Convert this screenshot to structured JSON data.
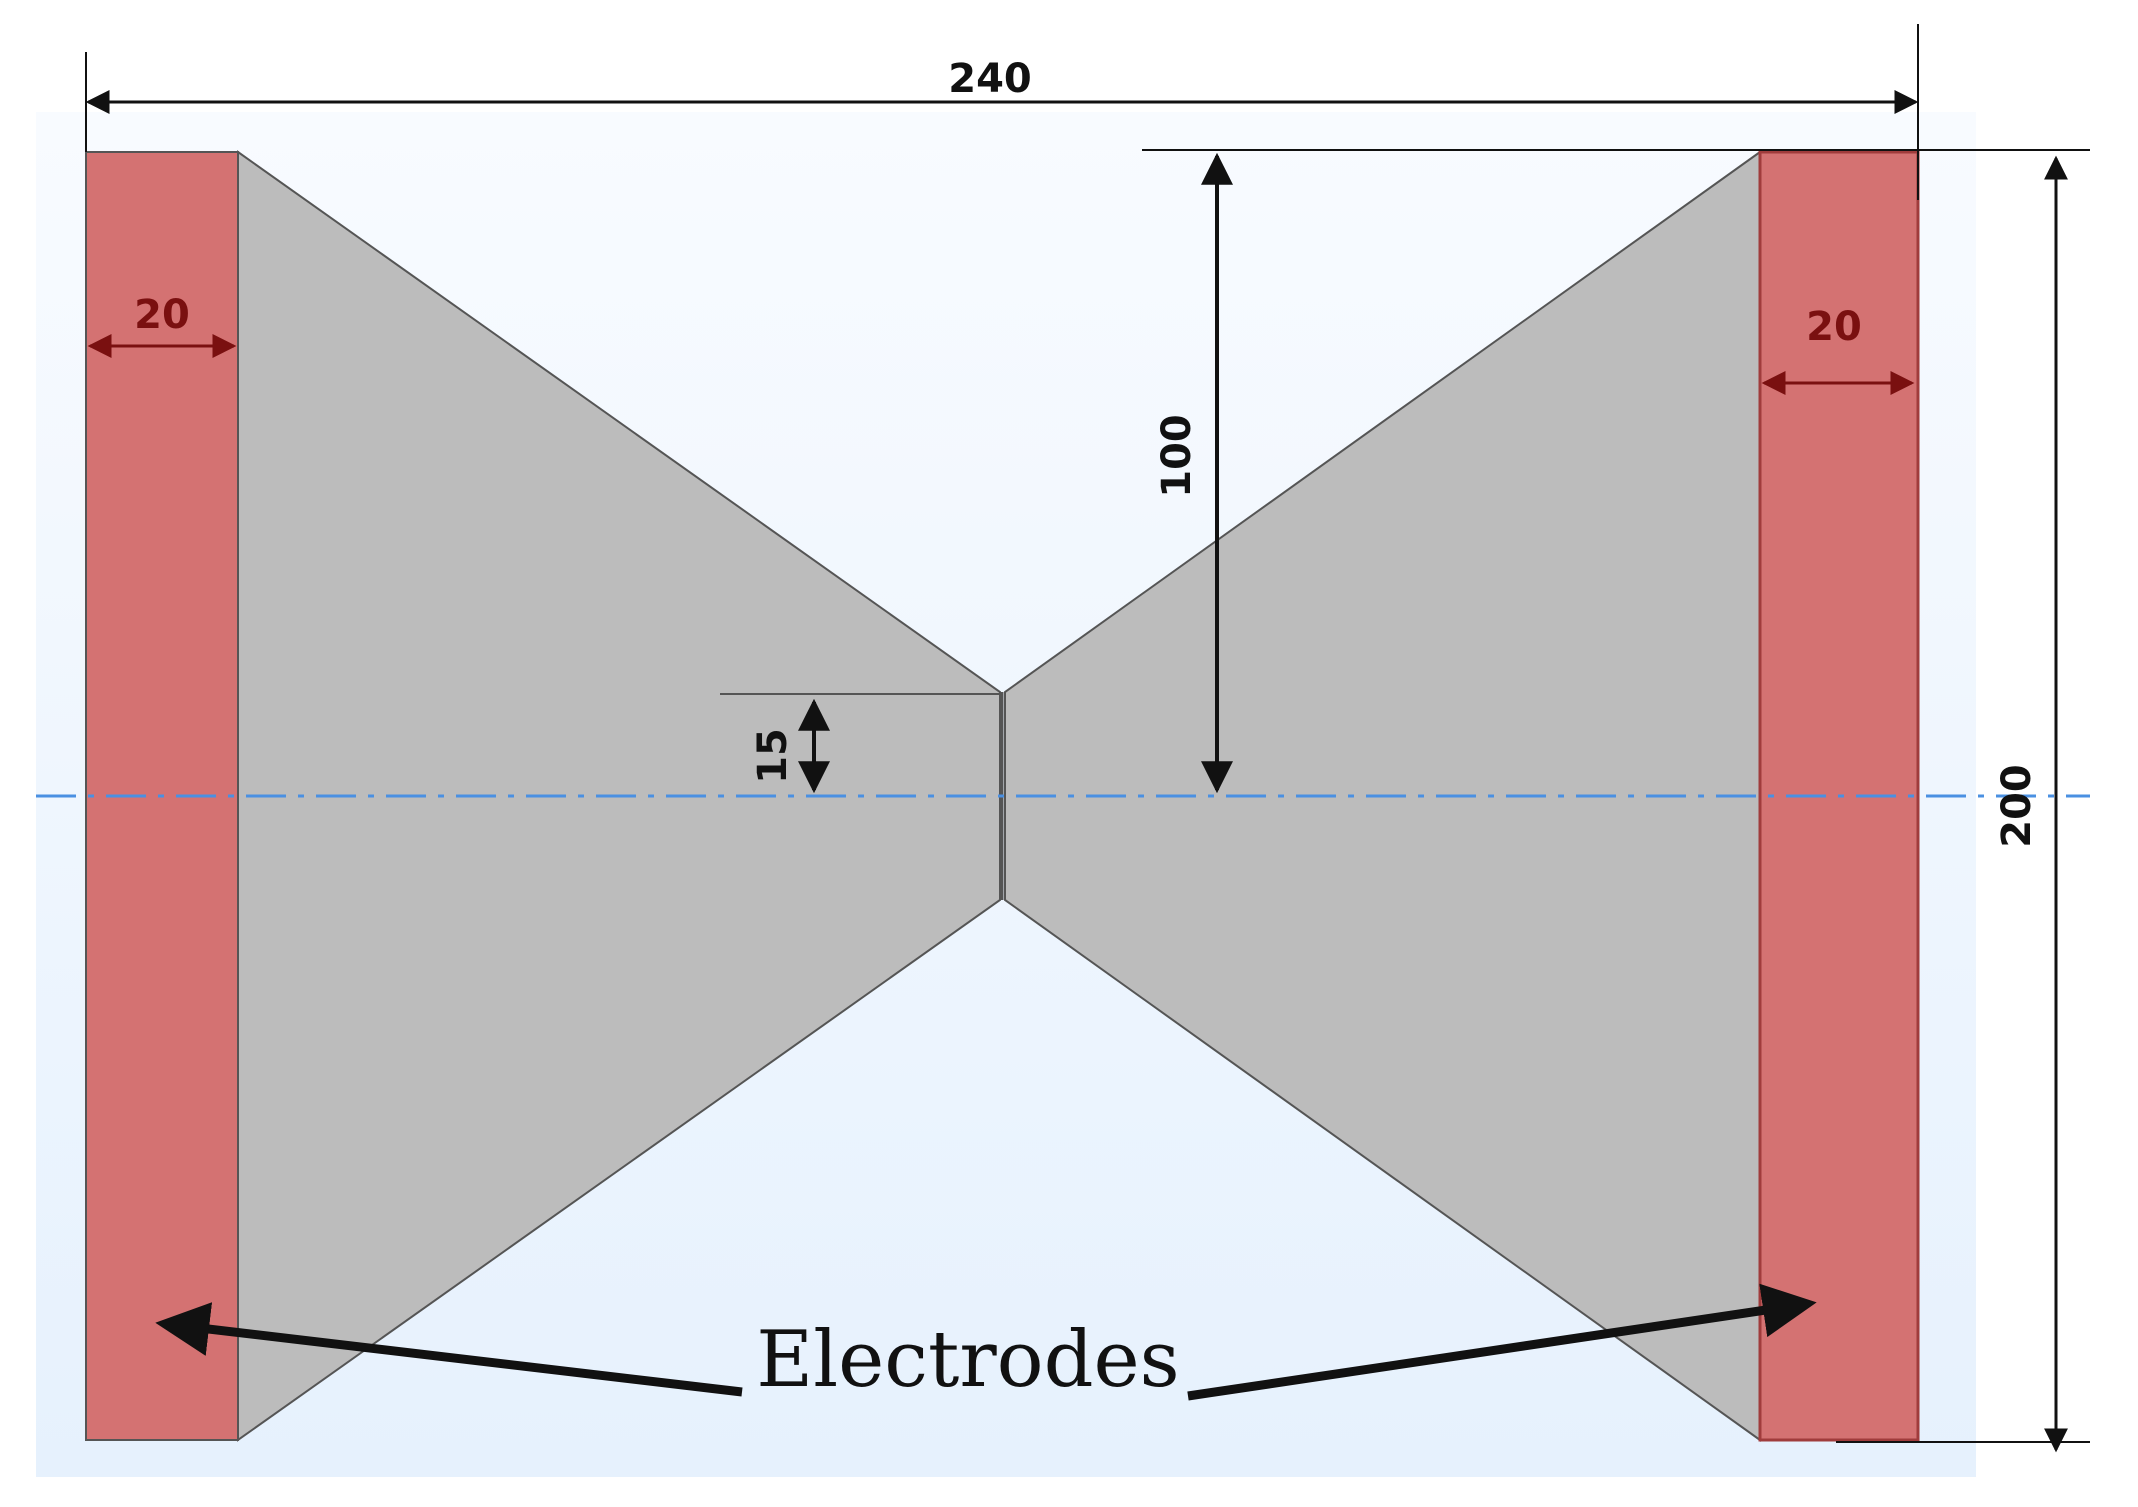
{
  "dimensions": {
    "total_width": "240",
    "electrode_left_width": "20",
    "electrode_right_width": "20",
    "half_height": "100",
    "neck_half_width": "15",
    "total_height": "200"
  },
  "annotation": {
    "electrodes_label": "Electrodes"
  },
  "colors": {
    "electrode": "#d47272",
    "electrode_edge": "#a03c3c",
    "body": "#bcbcbc",
    "body_edge": "#555555",
    "background_top": "#f8fbff",
    "background_bottom": "#e6f1fd",
    "axis_line": "#4a90e2",
    "dimension_inner": "#7a1010",
    "dimension": "#111111"
  }
}
